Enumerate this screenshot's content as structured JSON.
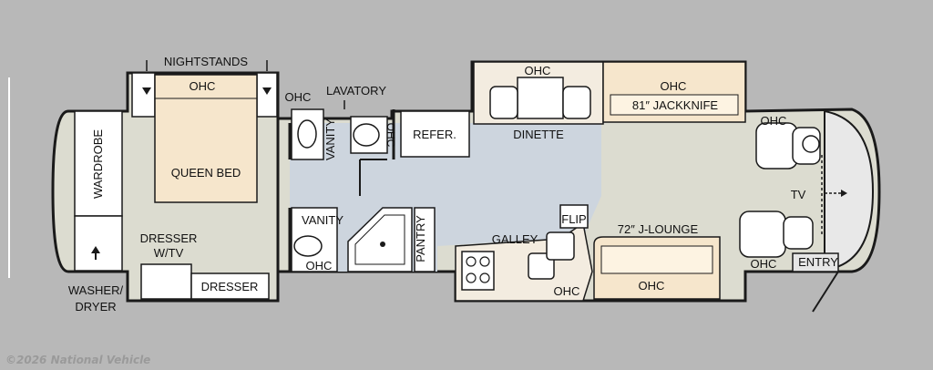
{
  "colors": {
    "background": "#b8b8b8",
    "floor": "#dcdcd0",
    "wet_floor": "#cdd5de",
    "bed": "#f6e6cc",
    "furniture": "#f3ece0",
    "wall": "#1a1a1a",
    "white": "#ffffff"
  },
  "labels": {
    "nightstands": "NIGHTSTANDS",
    "ohc_bed": "OHC",
    "queen_bed": "QUEEN BED",
    "wardrobe": "WARDROBE",
    "dresser_tv_line1": "DRESSER",
    "dresser_tv_line2": "W/TV",
    "dresser": "DRESSER",
    "washer_line1": "WASHER/",
    "washer_line2": "DRYER",
    "ohc_lav": "OHC",
    "lavatory": "LAVATORY",
    "vanity_top": "VANITY",
    "ohc_toilet": "OHC",
    "refer": "REFER.",
    "vanity_bottom": "VANITY",
    "ohc_vanity": "OHC",
    "pantry": "PANTRY",
    "ohc_dinette": "OHC",
    "dinette": "DINETTE",
    "ohc_jackknife": "OHC",
    "jackknife": "81″ JACKKNIFE",
    "galley": "GALLEY",
    "flip": "FLIP",
    "ohc_galley": "OHC",
    "jlounge": "72″ J-LOUNGE",
    "ohc_jlounge": "OHC",
    "ohc_cab": "OHC",
    "tv": "TV",
    "ohc_entry": "OHC",
    "entry": "ENTRY"
  },
  "copyright": "©2026 National Vehicle"
}
